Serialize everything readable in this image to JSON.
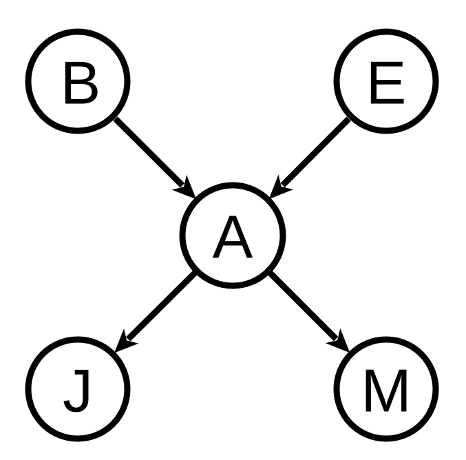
{
  "diagram": {
    "nodes": [
      {
        "id": "B",
        "label": "B"
      },
      {
        "id": "E",
        "label": "E"
      },
      {
        "id": "A",
        "label": "A"
      },
      {
        "id": "J",
        "label": "J"
      },
      {
        "id": "M",
        "label": "M"
      }
    ],
    "edges": [
      {
        "from": "B",
        "to": "A"
      },
      {
        "from": "E",
        "to": "A"
      },
      {
        "from": "A",
        "to": "J"
      },
      {
        "from": "A",
        "to": "M"
      }
    ],
    "colors": {
      "stroke": "#000000",
      "fill": "#ffffff"
    }
  }
}
